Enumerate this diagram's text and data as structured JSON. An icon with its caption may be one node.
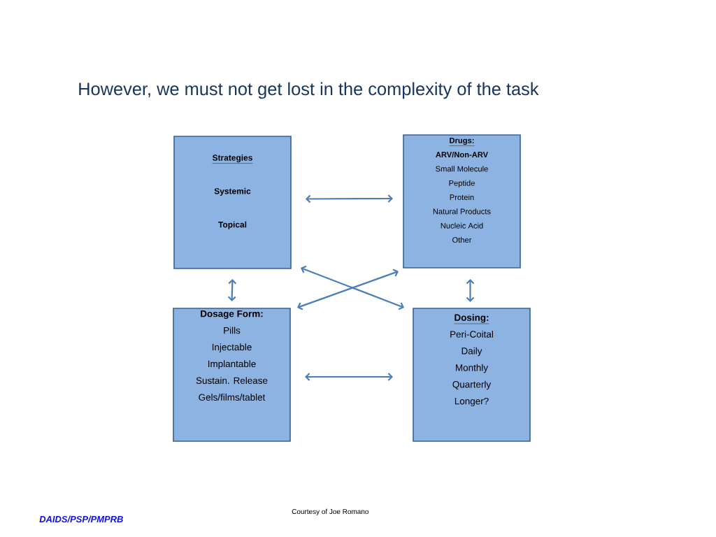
{
  "diagram": {
    "title": "However, we must not get lost in the complexity of the task",
    "nodes": [
      {
        "text": [
          "Strategies",
          "Systemic",
          "Topical"
        ]
      },
      {
        "text": [
          "Drugs:",
          "ARV/Non-ARV",
          "Small Molecule",
          "Peptide",
          "Protein",
          "Natural Products",
          "Nucleic Acid",
          "Other"
        ]
      },
      {
        "text": [
          "Dosage Form:",
          "Pills",
          "Injectable",
          "Implantable",
          "Sustain. Release",
          "Gels/films/tablet"
        ]
      },
      {
        "text": [
          "Dosing:",
          "Peri-Coital",
          "Daily",
          "Monthly",
          "Quarterly",
          "Longer?"
        ]
      }
    ],
    "edges": [
      {
        "from": 0,
        "to": 1,
        "arrow": "both"
      },
      {
        "from": 0,
        "to": 2,
        "arrow": "both"
      },
      {
        "from": 1,
        "to": 3,
        "arrow": "both"
      },
      {
        "from": 0,
        "to": 3,
        "arrow": "both"
      },
      {
        "from": 1,
        "to": 2,
        "arrow": "both"
      },
      {
        "from": 2,
        "to": 3,
        "arrow": "both"
      }
    ],
    "labels": [
      "DAIDS/PSP/PMPRB",
      "Courtesy of Joe Romano"
    ]
  }
}
